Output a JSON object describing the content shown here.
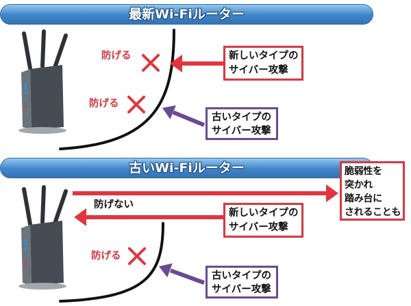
{
  "sections": {
    "latest_router": {
      "title": "最新Wi-Fiルーター",
      "new_attack_label": "防げる",
      "old_attack_label": "防げる",
      "new_attack": [
        "新しいタイプの",
        "サイバー攻撃"
      ],
      "old_attack": [
        "古いタイプの",
        "サイバー攻撃"
      ]
    },
    "old_router": {
      "title": "古いWi-Fiルーター",
      "new_attack_label": "防げない",
      "old_attack_label": "防げる",
      "new_attack": [
        "新しいタイプの",
        "サイバー攻撃"
      ],
      "old_attack": [
        "古いタイプの",
        "サイバー攻撃"
      ],
      "consequence": [
        "脆弱性を",
        "突かれ",
        "踏み台に",
        "されることも"
      ]
    }
  },
  "icons": {
    "router": "wifi-router-icon",
    "blocked": "cross-mark-icon"
  },
  "colors": {
    "banner": "#3f86c8",
    "new_attack": "#e5343d",
    "old_attack": "#6a4b93",
    "defense_line": "#111111",
    "router_body": "#454c54"
  }
}
